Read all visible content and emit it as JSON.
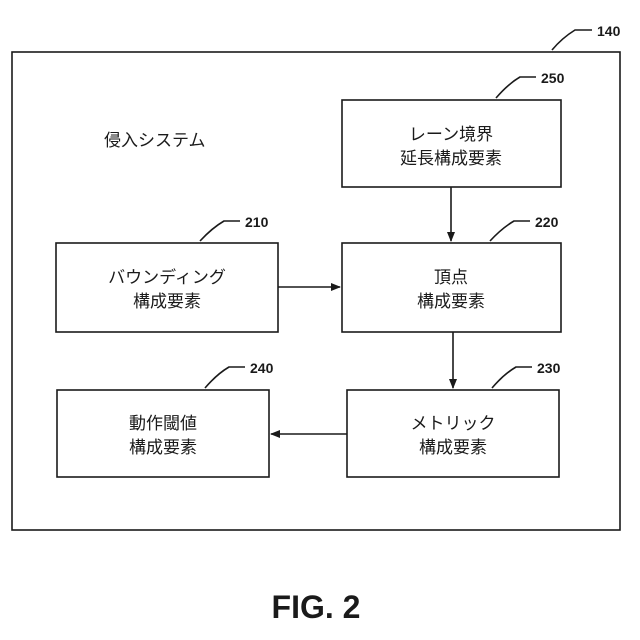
{
  "system": {
    "label": "侵入システム",
    "ref": "140"
  },
  "components": {
    "lane_boundary": {
      "line1": "レーン境界",
      "line2": "延長構成要素",
      "ref": "250"
    },
    "bounding": {
      "line1": "バウンディング",
      "line2": "構成要素",
      "ref": "210"
    },
    "vertex": {
      "line1": "頂点",
      "line2": "構成要素",
      "ref": "220"
    },
    "metric": {
      "line1": "メトリック",
      "line2": "構成要素",
      "ref": "230"
    },
    "action_threshold": {
      "line1": "動作閾値",
      "line2": "構成要素",
      "ref": "240"
    }
  },
  "figure_label": "FIG. 2"
}
